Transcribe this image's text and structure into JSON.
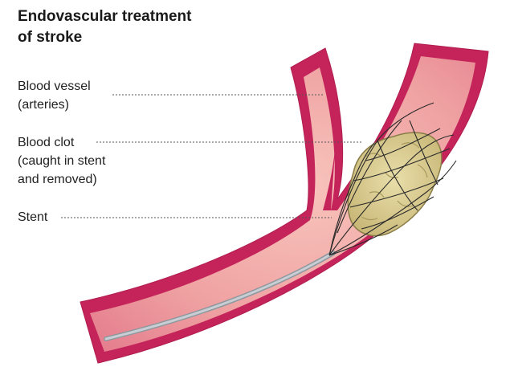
{
  "title": {
    "line1": "Endovascular treatment",
    "line2": "of stroke"
  },
  "labels": {
    "blood_vessel": {
      "line1": "Blood vessel",
      "line2": "(arteries)"
    },
    "blood_clot": {
      "line1": "Blood clot",
      "line2": "(caught in stent",
      "line3": "and removed)"
    },
    "stent": {
      "line1": "Stent"
    }
  },
  "colors": {
    "vessel_wall": "#c4245a",
    "vessel_lumen": "#f2a5a5",
    "clot": "#d9cb8e",
    "catheter": "#b9c0c7",
    "leader_line": "#555555"
  }
}
